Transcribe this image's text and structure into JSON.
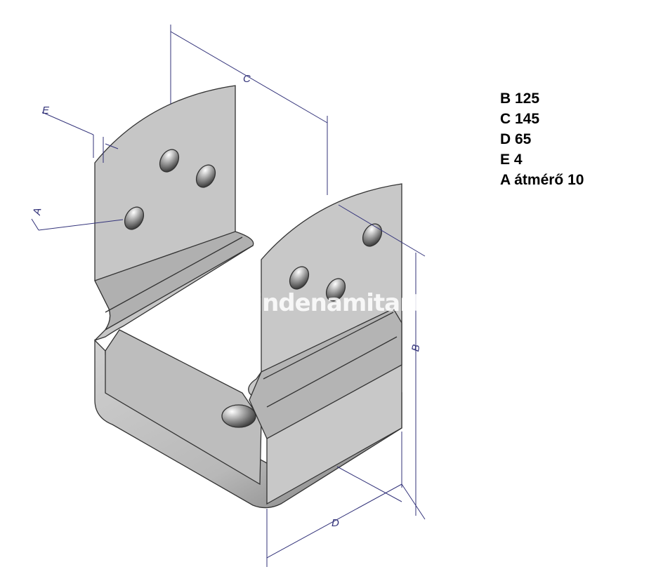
{
  "drawing": {
    "dimension_labels": {
      "C": "C",
      "E": "E",
      "A": "A",
      "B": "B",
      "D": "D"
    },
    "watermark": "mindenamitarto",
    "colors": {
      "metal": "#c4c4c4",
      "metal_dark": "#8a8a8a",
      "dimension": "#33337a"
    }
  },
  "specs": [
    {
      "text": "B 125"
    },
    {
      "text": "C 145"
    },
    {
      "text": "D 65"
    },
    {
      "text": "E 4"
    },
    {
      "text": "A átmérő 10"
    }
  ]
}
